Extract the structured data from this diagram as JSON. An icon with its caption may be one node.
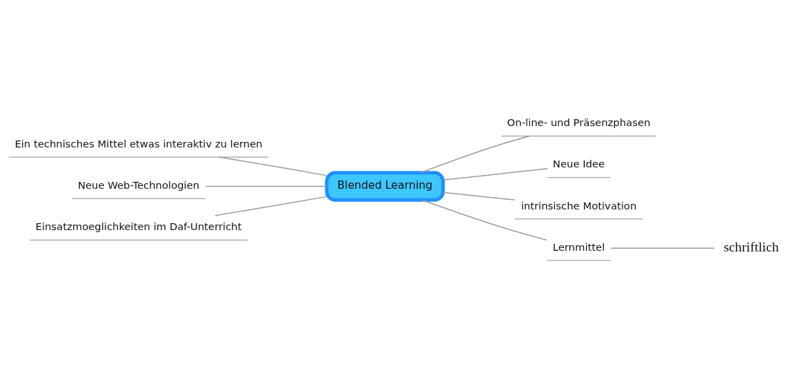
{
  "diagram": {
    "nodes": [
      {
        "text": [
          "Blended Learning"
        ]
      },
      {
        "text": [
          "Ein technisches Mittel etwas interaktiv zu lernen"
        ]
      },
      {
        "text": [
          "On-line- und Präsenzphasen"
        ]
      },
      {
        "text": [
          "Neue Idee"
        ]
      },
      {
        "text": [
          "Neue Web-Technologien"
        ]
      },
      {
        "text": [
          "Einsatzmoeglichkeiten im Daf-Unterricht"
        ]
      },
      {
        "text": [
          "intrinsische Motivation"
        ]
      },
      {
        "text": [
          "Lernmittel"
        ]
      },
      {
        "text": [
          "schriftlich"
        ]
      }
    ],
    "edges": [
      {
        "from": 0,
        "to": 1,
        "arrow": "none"
      },
      {
        "from": 0,
        "to": 2,
        "arrow": "none"
      },
      {
        "from": 0,
        "to": 3,
        "arrow": "none"
      },
      {
        "from": 0,
        "to": 4,
        "arrow": "none"
      },
      {
        "from": 0,
        "to": 5,
        "arrow": "none"
      },
      {
        "from": 0,
        "to": 6,
        "arrow": "none"
      },
      {
        "from": 0,
        "to": 7,
        "arrow": "none"
      },
      {
        "from": 7,
        "to": 8,
        "arrow": "none"
      }
    ]
  }
}
